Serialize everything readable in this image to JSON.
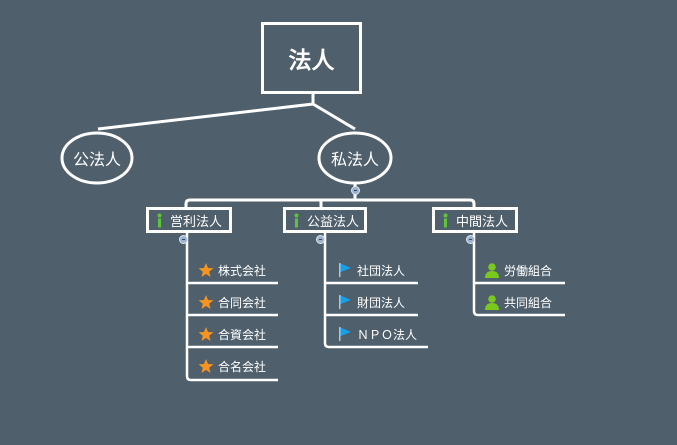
{
  "root": {
    "label": "法人"
  },
  "level1": [
    {
      "label": "公法人"
    },
    {
      "label": "私法人"
    }
  ],
  "categories": [
    {
      "label": "営利法人",
      "icon": "info-icon",
      "children": [
        "株式会社",
        "合同会社",
        "合資会社",
        "合名会社"
      ],
      "child_icon": "star-icon"
    },
    {
      "label": "公益法人",
      "icon": "info-icon",
      "children": [
        "社団法人",
        "財団法人",
        "ＮＰＯ法人"
      ],
      "child_icon": "flag-icon"
    },
    {
      "label": "中間法人",
      "icon": "info-icon",
      "children": [
        "労働組合",
        "共同組合"
      ],
      "child_icon": "person-icon"
    }
  ],
  "colors": {
    "background": "#4f5f6c",
    "line": "#ffffff",
    "info": "#5ec43a",
    "star": "#f7931e",
    "flag": "#1aa0e8",
    "person": "#78c81e"
  }
}
